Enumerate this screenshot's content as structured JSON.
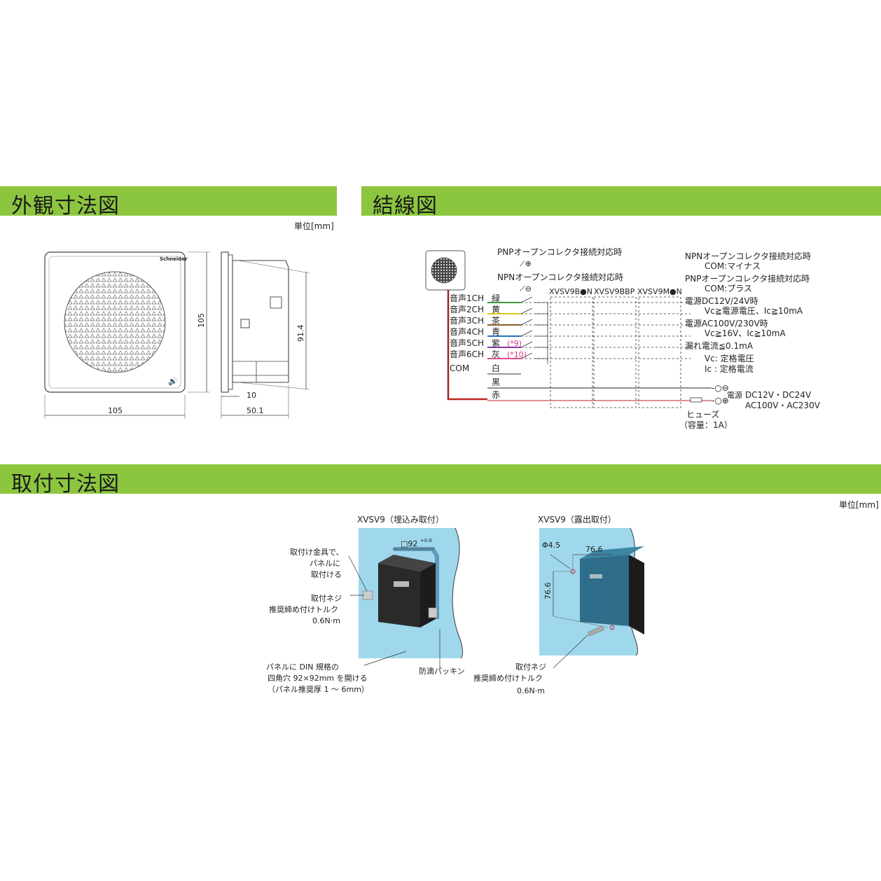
{
  "sections": {
    "external": {
      "title": "外観寸法図",
      "unit": "単位[mm]"
    },
    "wiring": {
      "title": "結線図"
    },
    "mounting": {
      "title": "取付寸法図",
      "unit": "単位[mm]"
    }
  },
  "external_dims": {
    "height": "105",
    "width": "105",
    "depth_total": "91.4",
    "offset": "10",
    "depth": "50.1",
    "logo": "Schneider"
  },
  "wiring": {
    "pnp_title": "PNPオープンコレクタ接続対応時",
    "npn_title": "NPNオープンコレクタ接続対応時",
    "channels": [
      {
        "name": "音声1CH",
        "color_label": "緑",
        "wire": "#3a9a3a"
      },
      {
        "name": "音声2CH",
        "color_label": "黄",
        "wire": "#e0c020"
      },
      {
        "name": "音声3CH",
        "color_label": "茶",
        "wire": "#8b5a2b"
      },
      {
        "name": "音声4CH",
        "color_label": "青",
        "wire": "#2a6fb8"
      },
      {
        "name": "音声5CH",
        "color_label": "紫",
        "wire": "#8a3aa8"
      },
      {
        "name": "音声6CH",
        "color_label": "灰",
        "wire": "#e04a90"
      }
    ],
    "com": "COM",
    "extra_wires": [
      {
        "color_label": "白",
        "wire": "#999999"
      },
      {
        "color_label": "黒",
        "wire": "#222222"
      },
      {
        "color_label": "赤",
        "wire": "#c02020"
      }
    ],
    "note9": "(*9)",
    "note10": "(*10)",
    "models": [
      "XVSV9B●N",
      "XVSV9BBP",
      "XVSV9M●N"
    ],
    "notes": {
      "npn_line1": "NPNオープンコレクタ接続対応時",
      "npn_line2": "COM:マイナス",
      "pnp_line1": "PNPオープンコレクタ接続対応時",
      "pnp_line2": "COM:プラス",
      "dc_line1": "電源DC12V/24V時",
      "dc_line2": "Vc≧電源電圧、Ic≧10mA",
      "ac_line1": "電源AC100V/230V時",
      "ac_line2": "Vc≧16V、Ic≧10mA",
      "leak": "漏れ電流≦0.1mA",
      "vc": "Vc: 定格電圧",
      "ic": "Ic : 定格電流"
    },
    "power_label": "電源",
    "power_spec1": "DC12V・DC24V",
    "power_spec2": "AC100V・AC230V",
    "fuse_line1": "ヒューズ",
    "fuse_line2": "（容量：1A）"
  },
  "mounting": {
    "left": {
      "title": "XVSV9（埋込み取付）",
      "cutout": "□92",
      "tol": "+0.6",
      "callout1": [
        "取付け金具で、",
        "パネルに",
        "取付ける"
      ],
      "callout2": [
        "取付ネジ",
        "推奨締め付けトルク",
        "0.6N·m"
      ],
      "callout3": [
        "パネルに DIN 規格の",
        "四角穴 92×92mm を開ける",
        "（パネル推奨厚 1 ～ 6mm）"
      ],
      "callout4": "防滴パッキン"
    },
    "right": {
      "title": "XVSV9（露出取付）",
      "hole": "Φ4.5",
      "dim_h": "76.6",
      "dim_v": "76.6",
      "callout": [
        "取付ネジ",
        "推奨締め付けトルク",
        "0.6N·m"
      ]
    }
  },
  "colors": {
    "banner": "#8cc63f",
    "panel": "#9fd8ec",
    "device_dark": "#2a2a2a",
    "device_blue": "#2f6e8a"
  }
}
